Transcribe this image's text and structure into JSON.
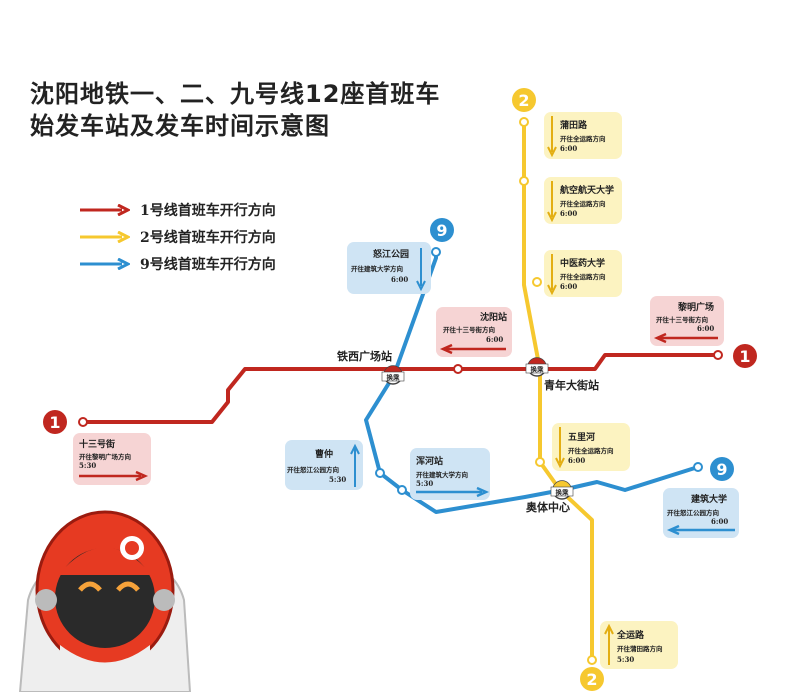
{
  "title": {
    "line1": "沈阳地铁一、二、九号线12座首班车",
    "line2": "始发车站及发车时间示意图"
  },
  "legend": [
    {
      "label": "1号线首班车开行方向",
      "color": "#c0271f"
    },
    {
      "label": "2号线首班车开行方向",
      "color": "#f6c82f"
    },
    {
      "label": "9号线首班车开行方向",
      "color": "#2d8fd0"
    }
  ],
  "lines": {
    "line1": {
      "number": "1",
      "color": "#c0271f"
    },
    "line2": {
      "number": "2",
      "color": "#f6c82f"
    },
    "line9": {
      "number": "9",
      "color": "#2d8fd0"
    }
  },
  "transfer_stations": [
    {
      "name": "铁西广场站",
      "badge": "换乘"
    },
    {
      "name": "青年大街站",
      "badge": "换乘"
    },
    {
      "name": "奥体中心",
      "badge": "换乘"
    }
  ],
  "cards": {
    "shisanhao": {
      "name": "十三号街",
      "direction": "开往黎明广场方向",
      "time": "5:30"
    },
    "shenyang": {
      "name": "沈阳站",
      "direction": "开往十三号街方向",
      "time": "6:00"
    },
    "liming": {
      "name": "黎明广场",
      "direction": "开往十三号街方向",
      "time": "6:00"
    },
    "puyang": {
      "name": "蒲田路",
      "direction": "开往全运路方向",
      "time": "6:00"
    },
    "hangkong": {
      "name": "航空航天大学",
      "direction": "开往全运路方向",
      "time": "6:00"
    },
    "zhongyiyao": {
      "name": "中医药大学",
      "direction": "开往全运路方向",
      "time": "6:00"
    },
    "wulihe": {
      "name": "五里河",
      "direction": "开往全运路方向",
      "time": "6:00"
    },
    "quanyun": {
      "name": "全运路",
      "direction": "开往蒲田路方向",
      "time": "5:30"
    },
    "nujiang": {
      "name": "怒江公园",
      "direction": "开往建筑大学方向",
      "time": "6:00"
    },
    "caozhong": {
      "name": "曹仲",
      "direction": "开往怒江公园方向",
      "time": "5:30"
    },
    "hunhe": {
      "name": "浑河站",
      "direction": "开往建筑大学方向",
      "time": "5:30"
    },
    "jianzhu": {
      "name": "建筑大学",
      "direction": "开往怒江公园方向",
      "time": "6:00"
    }
  }
}
